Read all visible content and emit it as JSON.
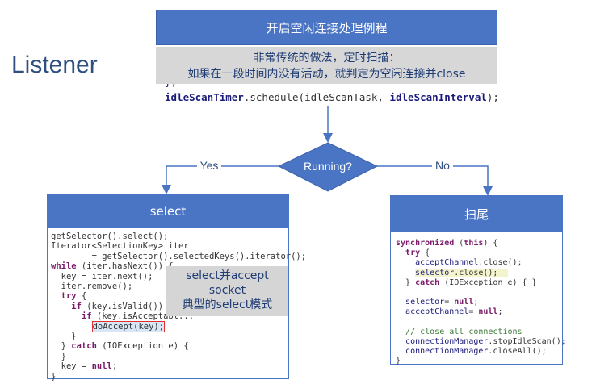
{
  "title": "Listener",
  "top_box": "开启空闲连接处理例程",
  "note": {
    "line1": "非常传统的做法，定时扫描：",
    "line2": "如果在一段时间内没有活动，就判定为空闲连接并close"
  },
  "schedule_code": {
    "prefix_brace": "};",
    "var": "idleScanTimer",
    "call": ".schedule(idleScanTask, ",
    "arg": "idleScanInterval",
    "suffix": ");"
  },
  "decision": {
    "label": "Running?",
    "yes": "Yes",
    "no": "No"
  },
  "left_panel": {
    "header": "select",
    "overlay": [
      "select并accept",
      "socket",
      "典型的select模式"
    ]
  },
  "right_panel": {
    "header": "扫尾"
  },
  "colors": {
    "box_blue": "#4a74c4",
    "note_gray": "#d7d7d7",
    "arrow": "#4a74c4",
    "title": "#2f4f7f"
  }
}
